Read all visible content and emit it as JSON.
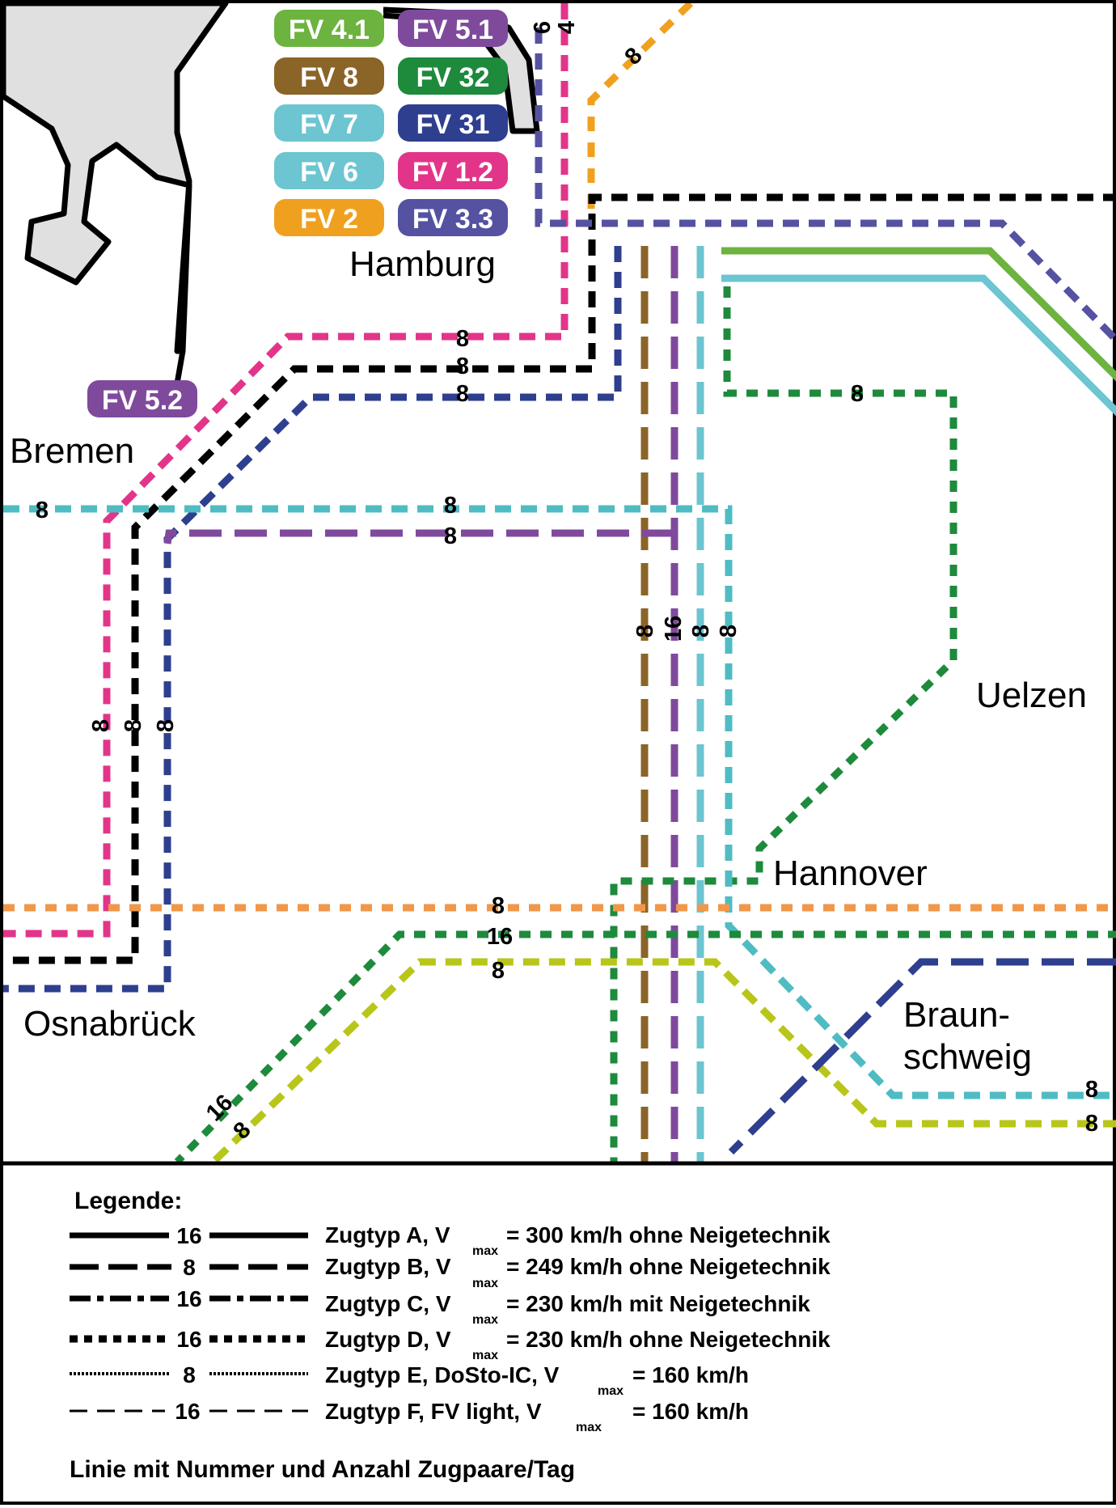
{
  "colors": {
    "fv_4_1": "#6db33f",
    "fv_5_1": "#7f4a9c",
    "fv_8": "#8b6428",
    "fv_32": "#1e8a3c",
    "fv_7": "#6cc5d1",
    "fv_31": "#2e3f8f",
    "fv_6": "#6cc5d1",
    "fv_1_2": "#e2358a",
    "fv_2": "#f0a01f",
    "fv_3_3": "#5552a2",
    "fv_5_2": "#7f4a9c",
    "teal": "#4fbcc3",
    "orange": "#f0974a",
    "yellow_green": "#b8c61a",
    "black": "#000000",
    "land": "#e0e0e0"
  },
  "badges": [
    {
      "id": "fv-4-1",
      "label": "FV 4.1",
      "color_key": "fv_4_1"
    },
    {
      "id": "fv-5-1",
      "label": "FV 5.1",
      "color_key": "fv_5_1"
    },
    {
      "id": "fv-8",
      "label": "FV 8",
      "color_key": "fv_8"
    },
    {
      "id": "fv-32",
      "label": "FV 32",
      "color_key": "fv_32"
    },
    {
      "id": "fv-7",
      "label": "FV 7",
      "color_key": "fv_7"
    },
    {
      "id": "fv-31",
      "label": "FV 31",
      "color_key": "fv_31"
    },
    {
      "id": "fv-6",
      "label": "FV 6",
      "color_key": "fv_6"
    },
    {
      "id": "fv-1-2",
      "label": "FV 1.2",
      "color_key": "fv_1_2"
    },
    {
      "id": "fv-2",
      "label": "FV 2",
      "color_key": "fv_2"
    },
    {
      "id": "fv-3-3",
      "label": "FV 3.3",
      "color_key": "fv_3_3"
    },
    {
      "id": "fv-5-2",
      "label": "FV 5.2",
      "color_key": "fv_5_2"
    }
  ],
  "cities": {
    "hamburg": "Hamburg",
    "bremen": "Bremen",
    "uelzen": "Uelzen",
    "hannover": "Hannover",
    "osnabrueck": "Osnabrück",
    "braunschweig_1": "Braun-",
    "braunschweig_2": "schweig"
  },
  "counts": {
    "c6": "6",
    "c4": "4",
    "c8": "8",
    "c16": "16"
  },
  "legend": {
    "title": "Legende:",
    "rows": [
      {
        "num": "16",
        "pre": "Zugtyp A, V",
        "sub": "max",
        "post": "= 300 km/h ohne Neigetechnik"
      },
      {
        "num": "8",
        "pre": "Zugtyp B, V",
        "sub": "max",
        "post": "= 249 km/h ohne Neigetechnik"
      },
      {
        "num": "16",
        "pre": "Zugtyp C, V",
        "sub": "max",
        "post": "= 230 km/h mit Neigetechnik"
      },
      {
        "num": "16",
        "pre": "Zugtyp D, V",
        "sub": "max",
        "post": "= 230 km/h ohne Neigetechnik"
      },
      {
        "num": "8",
        "pre": "Zugtyp E, DoSto-IC, V",
        "sub": "max",
        "post": "= 160 km/h"
      },
      {
        "num": "16",
        "pre": "Zugtyp F, FV light, V",
        "sub": "max",
        "post": "= 160 km/h"
      }
    ],
    "footer": "Linie mit Nummer und Anzahl Zugpaare/Tag"
  }
}
